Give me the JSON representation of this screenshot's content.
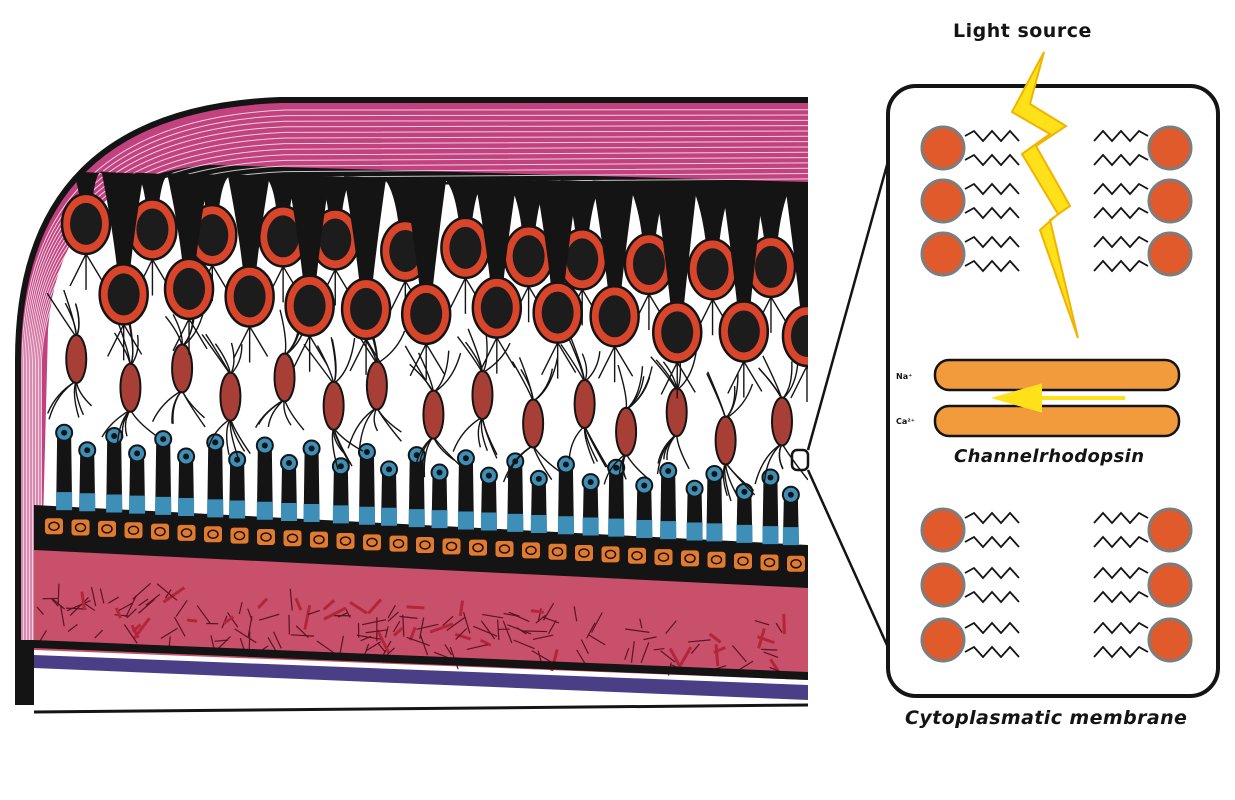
{
  "labels": {
    "light_source": "Light source",
    "channelrhodopsin": "Channelrhodopsin",
    "membrane": "Cytoplasmatic membrane",
    "ion_na": "Na⁺",
    "ion_ca": "Ca²⁺"
  },
  "colors": {
    "background": "#ffffff",
    "outline": "#141414",
    "nerve_fiber_layer": "#c2417f",
    "ganglion_cell": "#d9452a",
    "bipolar_cell": "#a83f36",
    "photoreceptor_segment": "#3e8fb8",
    "pigment_cell": "#e27a2f",
    "choroid": "#c9506a",
    "bruch_membrane": "#4a3e86",
    "lipid_head": "#e05a2b",
    "channel": "#f29b3c",
    "light_bolt": "#ffe11a"
  }
}
